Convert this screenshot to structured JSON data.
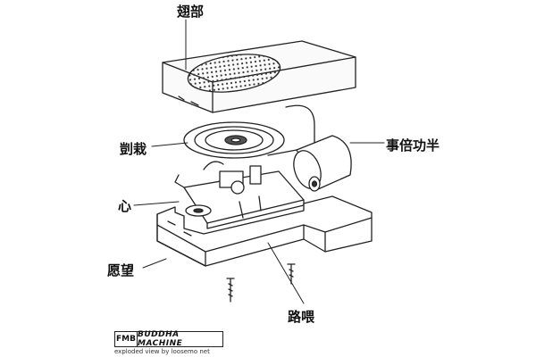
{
  "labels": {
    "top": "翅部",
    "speaker": "剴栽",
    "battery": "事倍功半",
    "center": "心",
    "base": "愿望",
    "screw": "路喂"
  },
  "brand": {
    "logo_left": "FMB",
    "logo_right": "BUDDHA MACHINE",
    "caption": "exploded view by loosemo net"
  }
}
